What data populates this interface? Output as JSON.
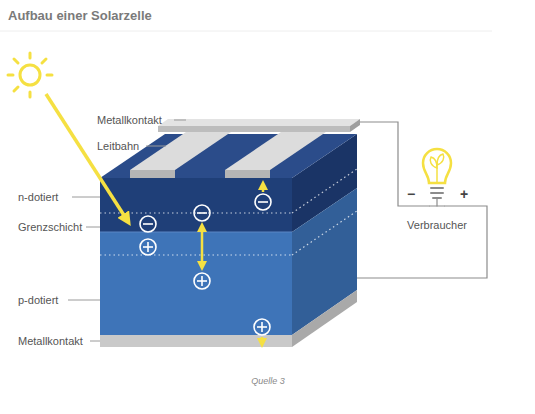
{
  "diagram": {
    "title": "Aufbau einer Solarzelle",
    "caption": "Quelle 3",
    "labels": [
      "Metallkontakt",
      "Leitbahn",
      "n-dotiert",
      "Grenzschicht",
      "p-dotiert",
      "Metallkontakt",
      "−",
      "+",
      "Verbraucher"
    ]
  }
}
